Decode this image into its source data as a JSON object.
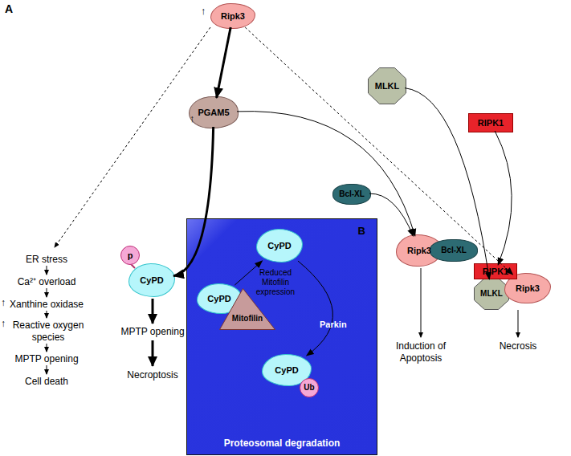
{
  "diagram": {
    "nodes": [
      {
        "text": [
          "Ripk3"
        ]
      },
      {
        "text": [
          "PGAM5"
        ]
      },
      {
        "text": [
          "MLKL"
        ]
      },
      {
        "text": [
          "RIPK1"
        ]
      },
      {
        "text": [
          "Bcl-XL"
        ]
      },
      {
        "text": [
          "B",
          "Proteosomal degradation"
        ]
      },
      {
        "text": [
          "CyPD"
        ],
        "in": 5
      },
      {
        "text": [
          "CyPD"
        ],
        "in": 5
      },
      {
        "text": [
          "Mitofilin"
        ],
        "in": 5
      },
      {
        "text": [
          "CyPD"
        ],
        "in": 5
      },
      {
        "text": [
          "Ub"
        ],
        "in": 5
      },
      {
        "text": [
          "p"
        ]
      },
      {
        "text": [
          "CyPD"
        ]
      },
      {
        "text": [
          "Ripk3"
        ]
      },
      {
        "text": [
          "Bcl-XL"
        ]
      },
      {
        "text": [
          "RIPK1"
        ]
      },
      {
        "text": [
          "MLKL"
        ]
      },
      {
        "text": [
          "Ripk3"
        ]
      }
    ],
    "edges": [
      {
        "from": 0,
        "to": 1,
        "arrow": "to"
      },
      {
        "from": 1,
        "to": 12,
        "arrow": "to"
      },
      {
        "from": 7,
        "to": 6,
        "label": "Reduced Mitofilin expression",
        "arrow": "to"
      },
      {
        "from": 6,
        "to": 9,
        "label": "Parkin",
        "arrow": "to"
      },
      {
        "from": 1,
        "to": 13,
        "arrow": "to"
      },
      {
        "from": 4,
        "to": 13,
        "arrow": "to"
      },
      {
        "from": 0,
        "to": 17,
        "arrow": "to"
      },
      {
        "from": 2,
        "to": 16,
        "arrow": "to"
      },
      {
        "from": 3,
        "to": 15,
        "arrow": "to"
      }
    ],
    "labels": [
      "A",
      "↑",
      "↑",
      "ER stress",
      "Ca²⁺ overload",
      "↑",
      "Xanthine oxidase",
      "↑",
      "Reactive oxygen species",
      "MPTP opening",
      "Cell death",
      "MPTP opening",
      "Necroptosis",
      "Induction of Apoptosis",
      "Necrosis"
    ]
  }
}
